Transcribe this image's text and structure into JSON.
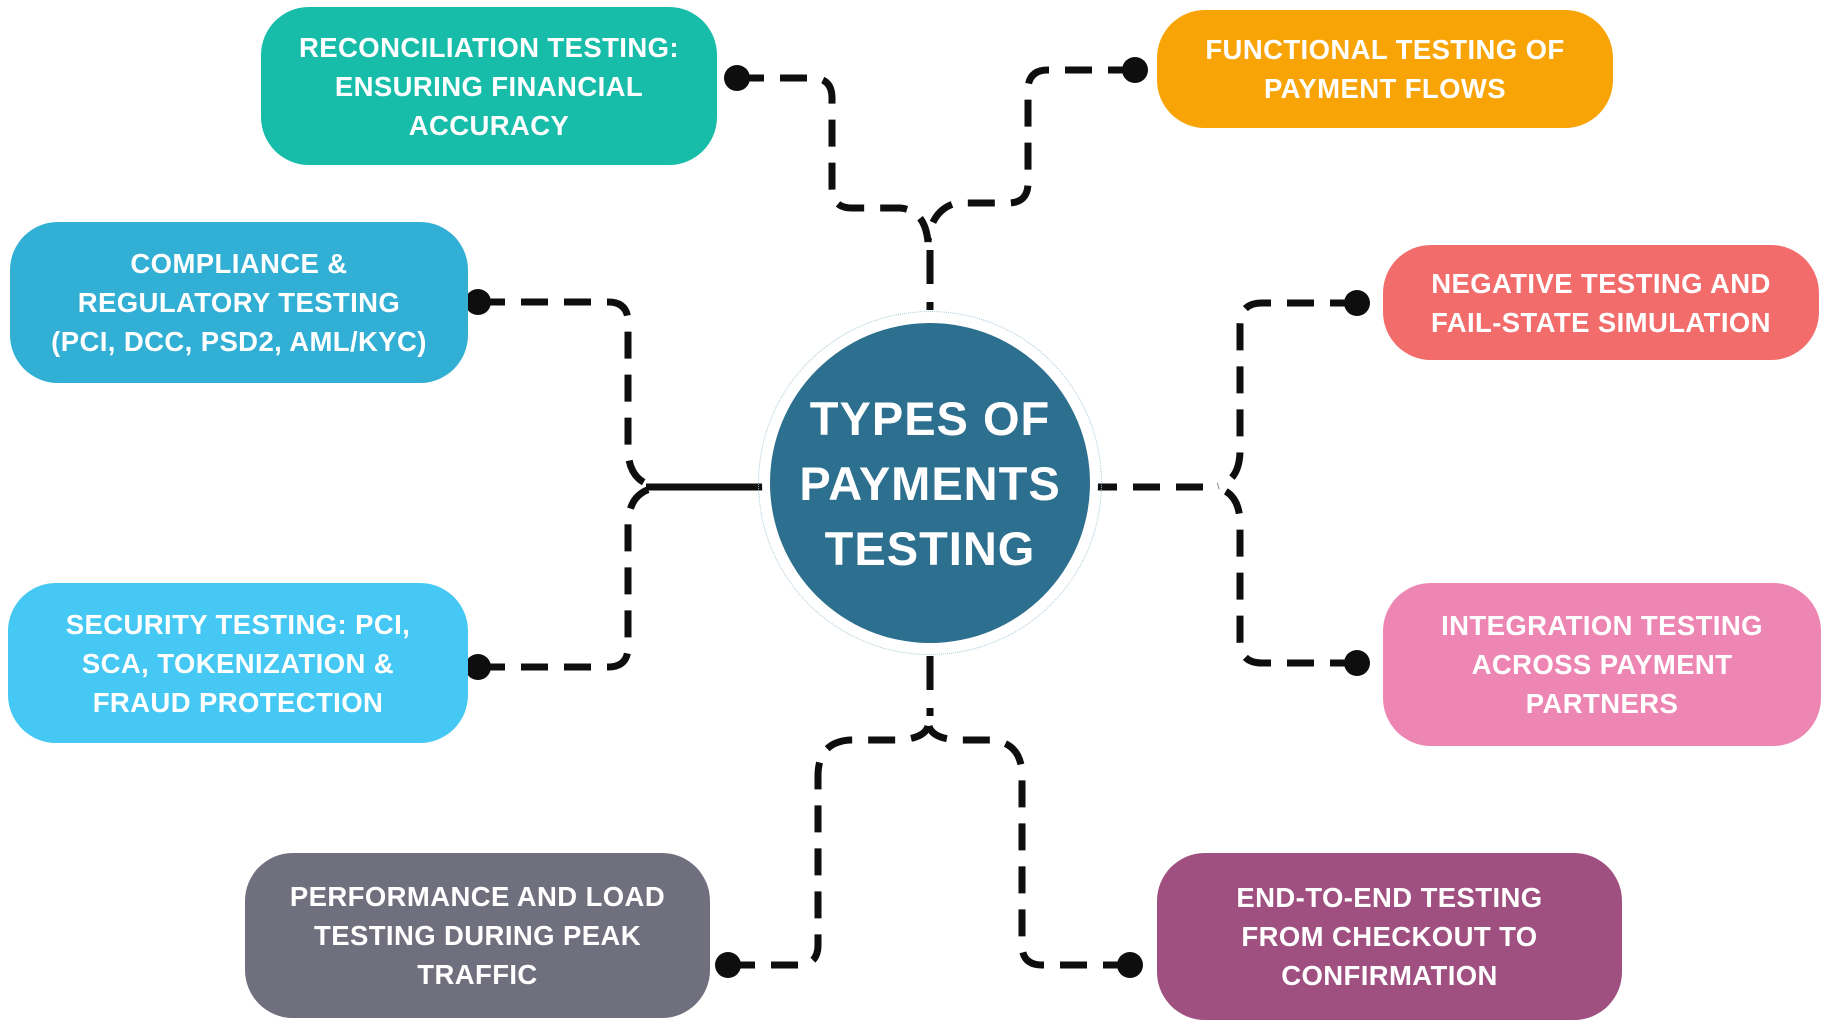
{
  "diagram_title": "TYPES OF PAYMENTS TESTING",
  "connector_color": "#0e0e0e",
  "center": {
    "lines": [
      "TYPES OF",
      "PAYMENTS",
      "TESTING"
    ],
    "color": "#2C6F8E"
  },
  "nodes": [
    {
      "id": "reconciliation",
      "lines": [
        "RECONCILIATION TESTING:",
        "ENSURING FINANCIAL",
        "ACCURACY"
      ],
      "color": "#17BDA9"
    },
    {
      "id": "functional",
      "lines": [
        "FUNCTIONAL TESTING OF",
        "PAYMENT FLOWS"
      ],
      "color": "#F8A406"
    },
    {
      "id": "compliance",
      "lines": [
        "COMPLIANCE &",
        "REGULATORY TESTING",
        "(PCI, DCC, PSD2, AML/KYC)"
      ],
      "color": "#31AFD4"
    },
    {
      "id": "negative",
      "lines": [
        "NEGATIVE TESTING AND",
        "FAIL-STATE SIMULATION"
      ],
      "color": "#F26C6C"
    },
    {
      "id": "security",
      "lines": [
        "SECURITY TESTING: PCI,",
        "SCA, TOKENIZATION &",
        "FRAUD PROTECTION"
      ],
      "color": "#45C8F3"
    },
    {
      "id": "integration",
      "lines": [
        "INTEGRATION TESTING",
        "ACROSS PAYMENT",
        "PARTNERS"
      ],
      "color": "#EE86B3"
    },
    {
      "id": "performance",
      "lines": [
        "PERFORMANCE AND LOAD",
        "TESTING DURING PEAK",
        "TRAFFIC"
      ],
      "color": "#706F7E"
    },
    {
      "id": "endtoend",
      "lines": [
        "END-TO-END TESTING",
        "FROM CHECKOUT TO",
        "CONFIRMATION"
      ],
      "color": "#A05080"
    }
  ]
}
